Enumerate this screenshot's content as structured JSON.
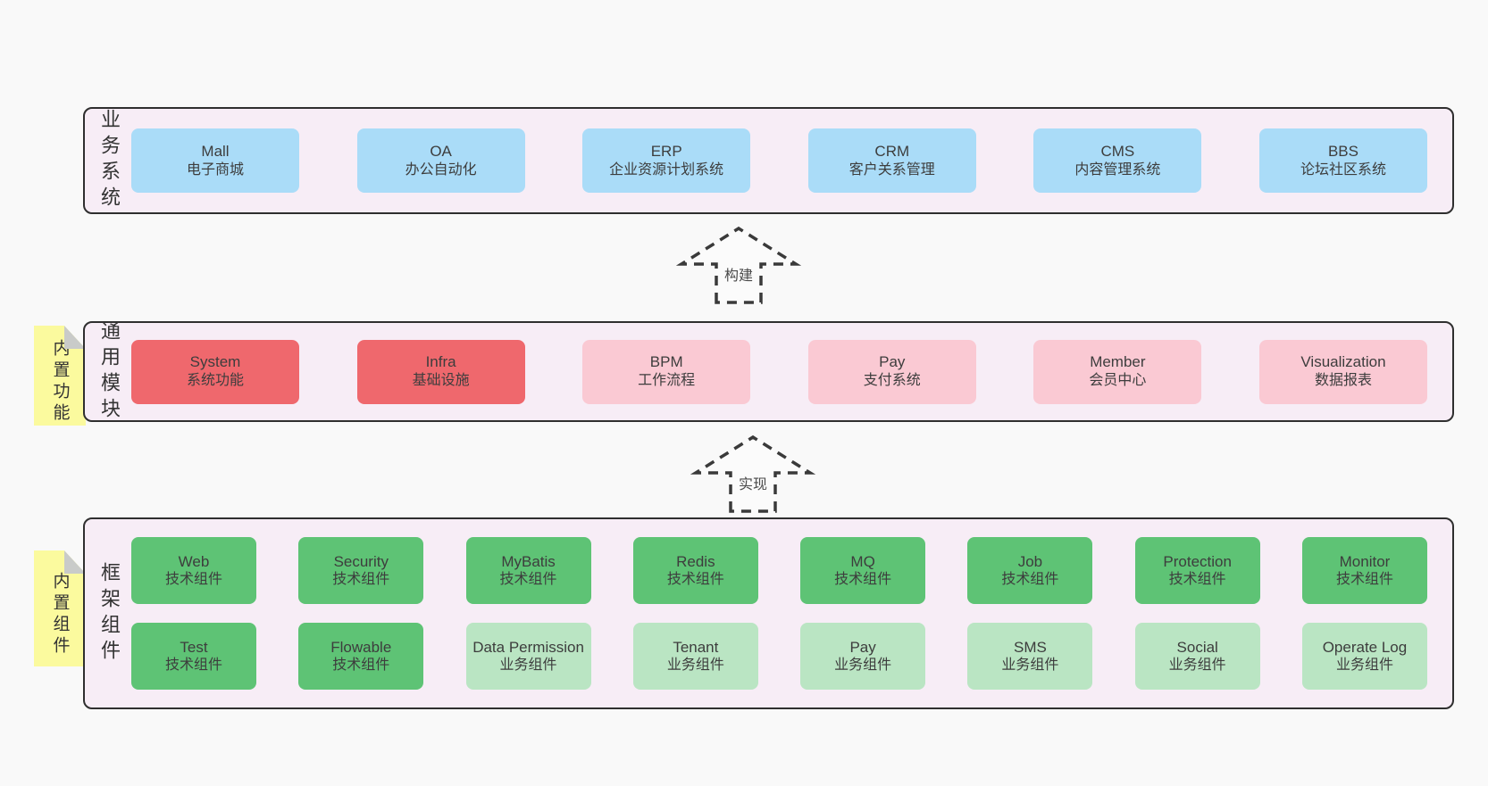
{
  "colors": {
    "page_bg": "#f9f9f9",
    "panel_fill": "#f7edf6",
    "panel_border": "#2f2f2f",
    "box_blue": "#aadcf8",
    "box_red": "#ef686d",
    "box_pink": "#fac9d3",
    "box_green_dark": "#5ec375",
    "box_green_light": "#bae5c3",
    "note_yellow": "#fbfa9e",
    "note_fold_gray": "#c9cbc9"
  },
  "notes": [
    {
      "label": "内置功能"
    },
    {
      "label": "内置组件"
    }
  ],
  "arrows": [
    {
      "label": "构建"
    },
    {
      "label": "实现"
    }
  ],
  "layers": [
    {
      "label": "业务系统",
      "boxes": [
        {
          "name": "Mall",
          "desc": "电子商城"
        },
        {
          "name": "OA",
          "desc": "办公自动化"
        },
        {
          "name": "ERP",
          "desc": "企业资源计划系统"
        },
        {
          "name": "CRM",
          "desc": "客户关系管理"
        },
        {
          "name": "CMS",
          "desc": "内容管理系统"
        },
        {
          "name": "BBS",
          "desc": "论坛社区系统"
        }
      ]
    },
    {
      "label": "通用模块",
      "boxes": [
        {
          "name": "System",
          "desc": "系统功能"
        },
        {
          "name": "Infra",
          "desc": "基础设施"
        },
        {
          "name": "BPM",
          "desc": "工作流程"
        },
        {
          "name": "Pay",
          "desc": "支付系统"
        },
        {
          "name": "Member",
          "desc": "会员中心"
        },
        {
          "name": "Visualization",
          "desc": "数据报表"
        }
      ]
    },
    {
      "label": "框架组件",
      "rows": [
        [
          {
            "name": "Web",
            "desc": "技术组件"
          },
          {
            "name": "Security",
            "desc": "技术组件"
          },
          {
            "name": "MyBatis",
            "desc": "技术组件"
          },
          {
            "name": "Redis",
            "desc": "技术组件"
          },
          {
            "name": "MQ",
            "desc": "技术组件"
          },
          {
            "name": "Job",
            "desc": "技术组件"
          },
          {
            "name": "Protection",
            "desc": "技术组件"
          },
          {
            "name": "Monitor",
            "desc": "技术组件"
          }
        ],
        [
          {
            "name": "Test",
            "desc": "技术组件"
          },
          {
            "name": "Flowable",
            "desc": "技术组件"
          },
          {
            "name": "Data Permission",
            "desc": "业务组件"
          },
          {
            "name": "Tenant",
            "desc": "业务组件"
          },
          {
            "name": "Pay",
            "desc": "业务组件"
          },
          {
            "name": "SMS",
            "desc": "业务组件"
          },
          {
            "name": "Social",
            "desc": "业务组件"
          },
          {
            "name": "Operate Log",
            "desc": "业务组件"
          }
        ]
      ]
    }
  ]
}
